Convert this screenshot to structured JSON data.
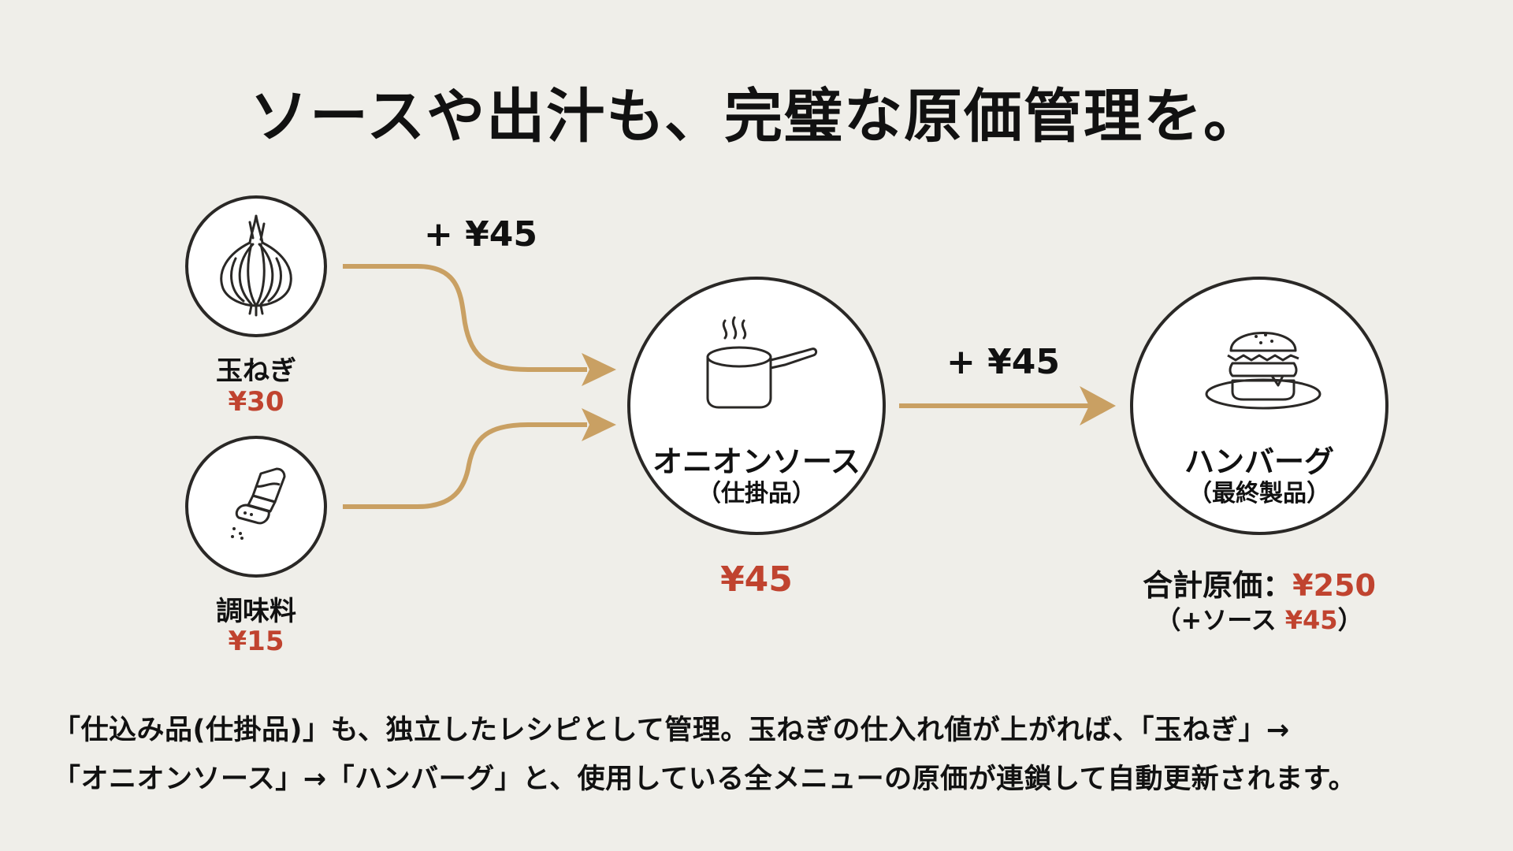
{
  "title": "ソースや出汁も、完璧な原価管理を。",
  "ingredients": [
    {
      "name": "玉ねぎ",
      "price": "¥30",
      "icon": "onion-icon"
    },
    {
      "name": "調味料",
      "price": "¥15",
      "icon": "salt-shaker-icon"
    }
  ],
  "arrow1_label": "+ ¥45",
  "intermediate": {
    "name": "オニオンソース",
    "sub": "（仕掛品）",
    "price": "¥45",
    "icon": "saucepan-icon"
  },
  "arrow2_label": "+ ¥45",
  "final": {
    "name": "ハンバーグ",
    "sub": "（最終製品）",
    "total_label": "合計原価：",
    "total_price": "¥250",
    "note_prefix": "（+ソース ",
    "note_price": "¥45",
    "note_suffix": "）",
    "icon": "hamburger-icon"
  },
  "description": [
    "「仕込み品(仕掛品)」も、独立したレシピとして管理。玉ねぎの仕入れ値が上がれば、「玉ねぎ」→",
    "「オニオンソース」→「ハンバーグ」と、使用している全メニューの原価が連鎖して自動更新されます。"
  ],
  "colors": {
    "background": "#efeee9",
    "arrow": "#c9a063",
    "price": "#c0432f",
    "text": "#111111"
  }
}
